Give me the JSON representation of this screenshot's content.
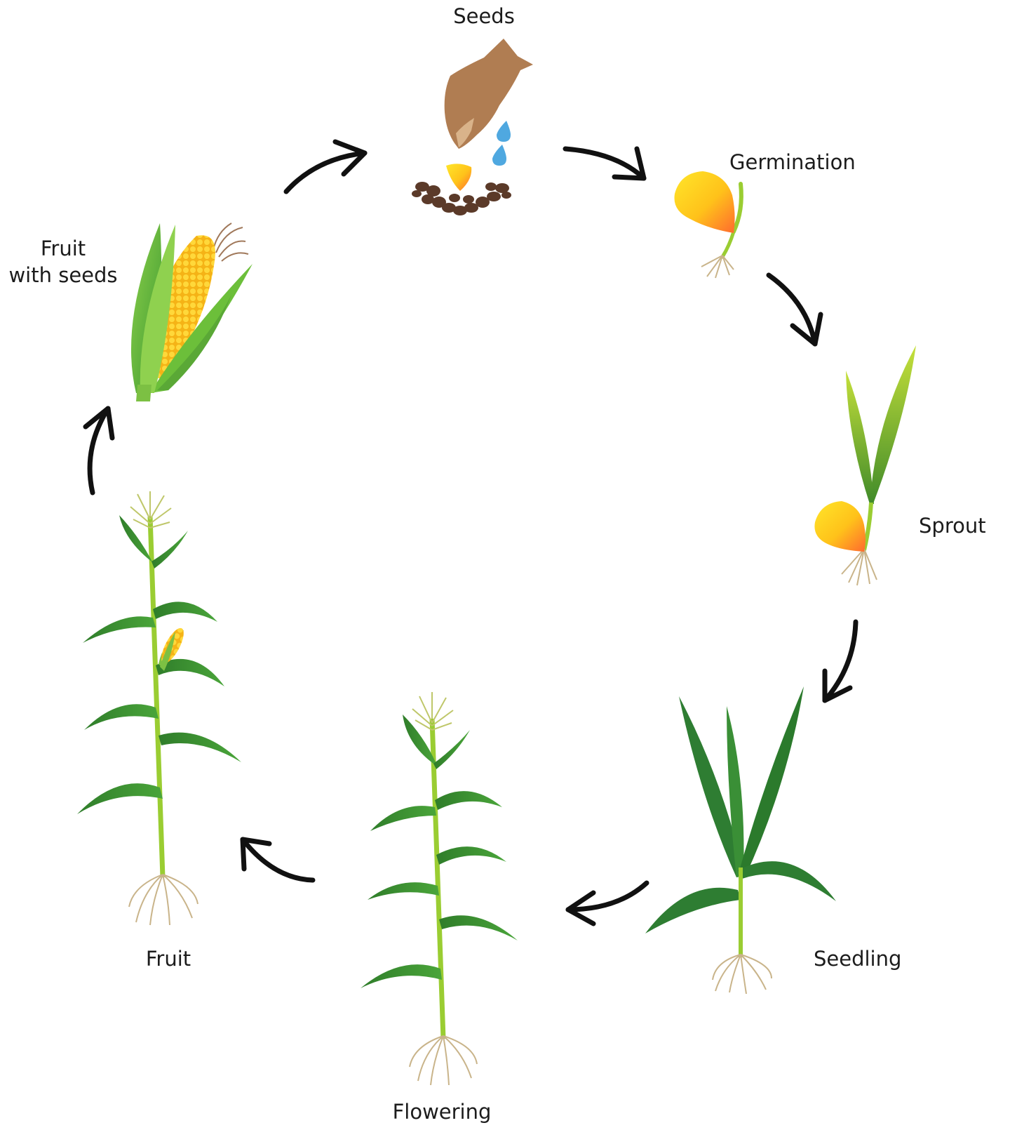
{
  "stages": [
    {
      "id": "seeds",
      "lines": [
        "Seeds"
      ]
    },
    {
      "id": "germination",
      "lines": [
        "Germination"
      ]
    },
    {
      "id": "sprout",
      "lines": [
        "Sprout"
      ]
    },
    {
      "id": "seedling",
      "lines": [
        "Seedling"
      ]
    },
    {
      "id": "flowering",
      "lines": [
        "Flowering"
      ]
    },
    {
      "id": "fruit",
      "lines": [
        "Fruit"
      ]
    },
    {
      "id": "fruit_with_seeds",
      "lines": [
        "Fruit",
        "with seeds"
      ]
    }
  ],
  "colors": {
    "arrow": "#111111",
    "leaf_dark": "#2e7d32",
    "leaf_light": "#7cc043",
    "stem": "#9acd32",
    "kernel_yellow": "#ffd21a",
    "kernel_orange": "#ff7a2e",
    "soil": "#5b3a29",
    "hand": "#b07d52",
    "water": "#4fa8e0",
    "root": "#c9b48a"
  }
}
